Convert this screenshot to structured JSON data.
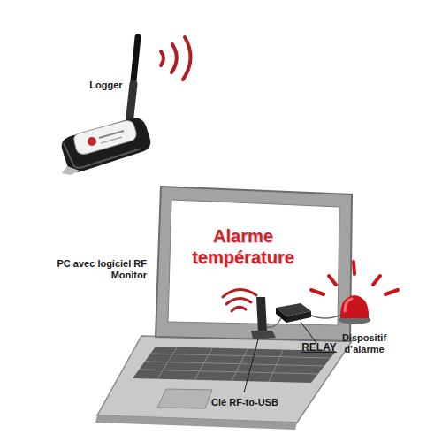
{
  "diagram": {
    "nodes": [
      {
        "text": [
          "Alarme température"
        ]
      }
    ],
    "labels": [
      "Logger",
      "PC avec logiciel RF Monitor",
      "Clé RF-to-USB",
      "RELAY",
      "Dispositif d’alarme"
    ]
  }
}
